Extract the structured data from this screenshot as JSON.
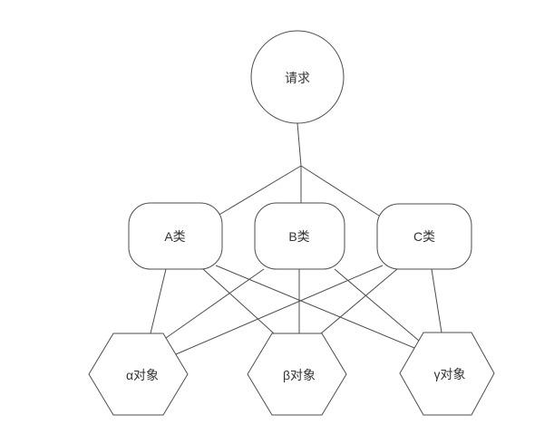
{
  "diagram": {
    "type": "node-link-diagram",
    "background_color": "#ffffff",
    "stroke_color": "#4d4d4d",
    "text_color": "#333333",
    "nodes": {
      "request": {
        "label": "请求",
        "shape": "circle",
        "row": "top"
      },
      "class_a": {
        "label": "A类",
        "shape": "rounded-rectangle",
        "row": "middle"
      },
      "class_b": {
        "label": "B类",
        "shape": "rounded-rectangle",
        "row": "middle"
      },
      "class_c": {
        "label": "C类",
        "shape": "rounded-rectangle",
        "row": "middle"
      },
      "obj_alpha": {
        "label": "α对象",
        "shape": "hexagon",
        "row": "bottom"
      },
      "obj_beta": {
        "label": "β对象",
        "shape": "hexagon",
        "row": "bottom"
      },
      "obj_gamma": {
        "label": "γ对象",
        "shape": "hexagon",
        "row": "bottom"
      }
    },
    "edges": [
      {
        "from": "request",
        "to": "class_a"
      },
      {
        "from": "request",
        "to": "class_b"
      },
      {
        "from": "request",
        "to": "class_c"
      },
      {
        "from": "class_a",
        "to": "obj_alpha"
      },
      {
        "from": "class_a",
        "to": "obj_beta"
      },
      {
        "from": "class_a",
        "to": "obj_gamma"
      },
      {
        "from": "class_b",
        "to": "obj_alpha"
      },
      {
        "from": "class_b",
        "to": "obj_beta"
      },
      {
        "from": "class_b",
        "to": "obj_gamma"
      },
      {
        "from": "class_c",
        "to": "obj_alpha"
      },
      {
        "from": "class_c",
        "to": "obj_beta"
      },
      {
        "from": "class_c",
        "to": "obj_gamma"
      }
    ]
  }
}
